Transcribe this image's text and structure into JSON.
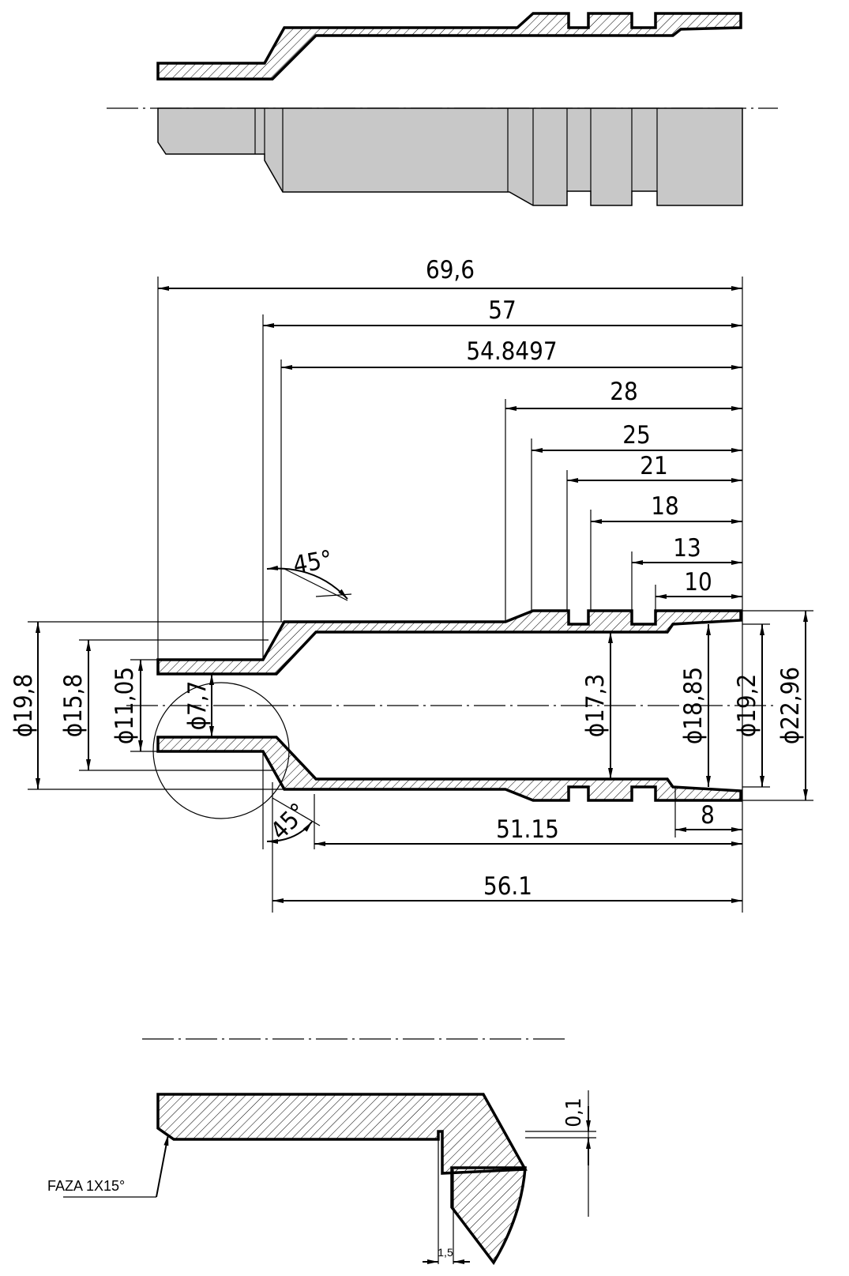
{
  "drawing": {
    "horizontal_dims_top": [
      "69,6",
      "57",
      "54.8497",
      "28",
      "25",
      "21",
      "18",
      "13",
      "10"
    ],
    "angle_top": "45°",
    "angle_bottom": "45°",
    "horizontal_dims_bottom": [
      "8",
      "51.15",
      "56.1"
    ],
    "diameters_left": [
      "ϕ19,8",
      "ϕ15,8",
      "ϕ11,05",
      "ϕ7,7"
    ],
    "diameters_right": [
      "ϕ17,3",
      "ϕ18,85",
      "ϕ19,2",
      "ϕ22,96"
    ],
    "detail": {
      "chamfer_note": "FAZA 1X15°",
      "dim_width": "1,5",
      "dim_gap": "0,1"
    }
  }
}
